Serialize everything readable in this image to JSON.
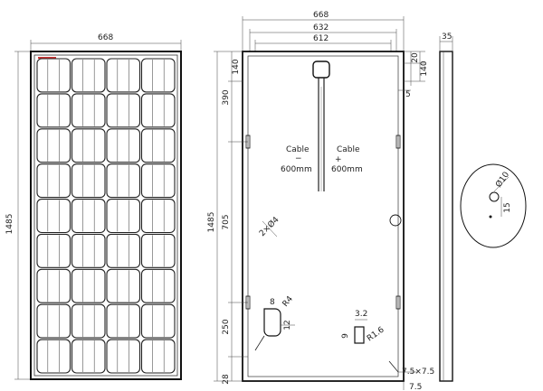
{
  "front_view": {
    "width_label": "668",
    "height_label": "1485",
    "columns": 4,
    "rows": 9
  },
  "back_view": {
    "top_widths": [
      "668",
      "632",
      "612"
    ],
    "left_dims": [
      "140",
      "390",
      "705",
      "250",
      "28"
    ],
    "left_total": "1485",
    "right_dims": [
      "140",
      "20",
      "5"
    ],
    "cable_left_label": "Cable",
    "cable_left_sign": "−",
    "cable_left_length": "600mm",
    "cable_right_label": "Cable",
    "cable_right_sign": "+",
    "cable_right_length": "600mm",
    "hole_note": "2×Ø4",
    "slot_width": "8",
    "slot_radius": "R4",
    "slot_height": "12",
    "ground_width": "3.2",
    "ground_radius": "R1.6",
    "ground_height": "9",
    "corner_label": "7.5×7.5",
    "bottom_label": "7.5"
  },
  "side_view": {
    "thickness_label": "35"
  },
  "detail_view": {
    "diameter_label": "Ø10",
    "offset_label": "15"
  }
}
